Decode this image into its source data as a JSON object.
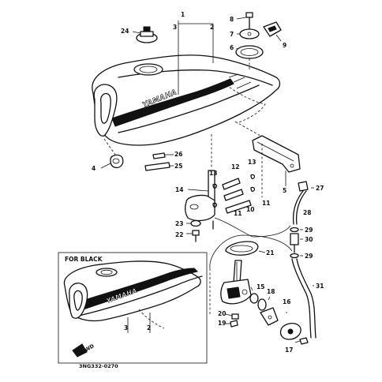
{
  "diagram": {
    "brand_text": "YAMAHA",
    "inset_title": "FOR BLACK",
    "drawing_code": "3NG332-0270",
    "front_marker": "FWD",
    "callouts": [
      "1",
      "2",
      "3",
      "4",
      "5",
      "6",
      "7",
      "8",
      "9",
      "10",
      "11",
      "11",
      "12",
      "13",
      "13",
      "14",
      "15",
      "16",
      "17",
      "18",
      "19",
      "20",
      "21",
      "22",
      "23",
      "24",
      "25",
      "26",
      "27",
      "28",
      "29",
      "29",
      "30",
      "31"
    ],
    "inset_callouts": [
      "2",
      "3"
    ]
  }
}
